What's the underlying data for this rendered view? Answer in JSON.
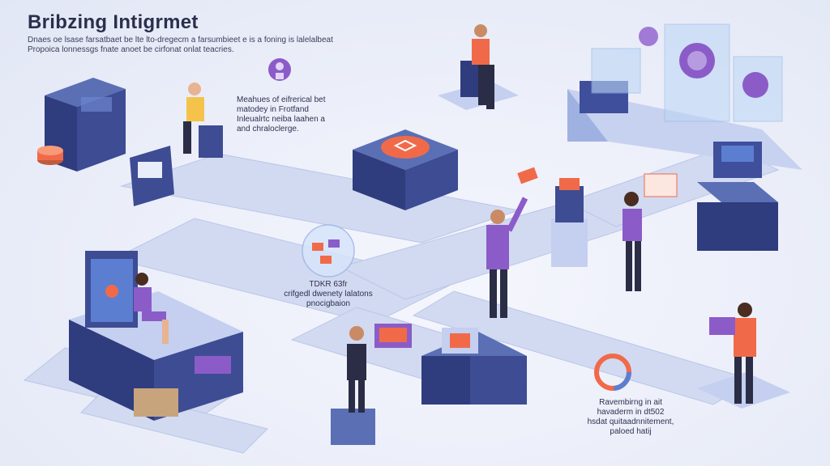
{
  "header": {
    "title": "Bribzing Intigrmet",
    "subtitle_lines": [
      "Dnaes oe lsase farsatbaet be lte lto-dregecm a farsumbieet e is a foning is lalelalbeat",
      "Propoica lonnessgs fnate anoet be cirfonat onlat teacries."
    ]
  },
  "captions": {
    "top_center": [
      "Meahues of eifrerical bet",
      "matodey in Frotfand",
      "Inleualrtc neiba laahen a",
      "and chraloclerge."
    ],
    "middle": [
      "TDKR 63fr",
      "crifgedl dwenety lalatons",
      "pnocigbaion"
    ],
    "bottom_right": [
      "Ravembirng in ait",
      "havaderm in dt502",
      "hsdat quitaadnnitement,",
      "paloed hatij"
    ]
  },
  "colors": {
    "background": "#eef1fa",
    "path": "#c9d3ee",
    "cube_top": "#5b6fb5",
    "cube_front": "#2f3c7e",
    "cube_side": "#3d4c93",
    "accent_orange": "#f06a4a",
    "accent_purple": "#8b5cc7",
    "glass": "#bcd6f5"
  },
  "icons": [
    "cube-server-icon",
    "person-icon",
    "badge-icon",
    "laptop-icon",
    "glass-panel-icon",
    "orb-icon",
    "cylinder-stack-icon"
  ]
}
